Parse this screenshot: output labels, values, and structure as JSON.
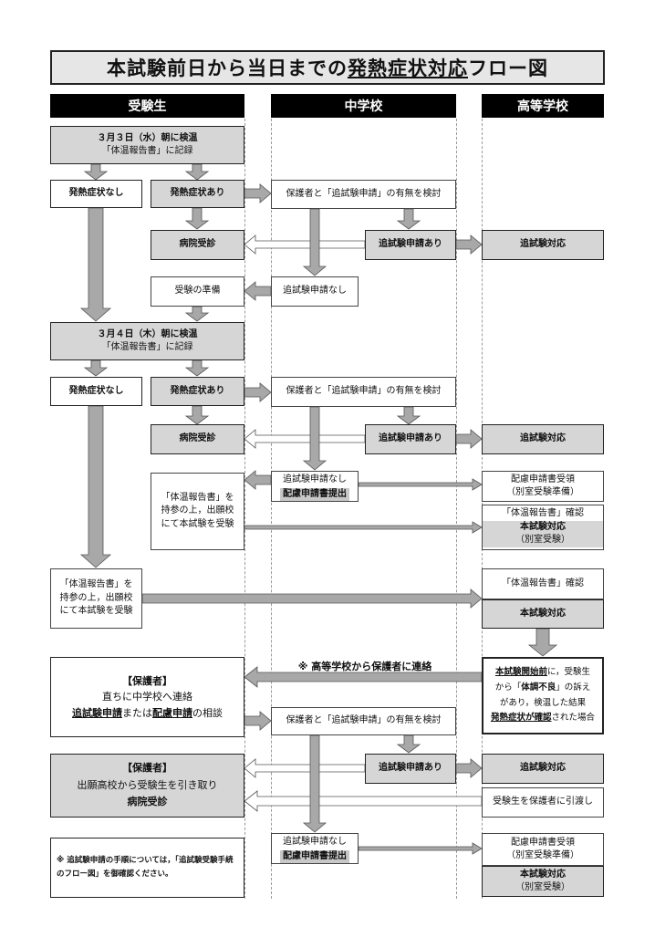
{
  "title": {
    "pre": "本試験前日から当日までの",
    "mid": "発熱症状対応",
    "post": "フロー図"
  },
  "columns": {
    "student": "受験生",
    "middle": "中学校",
    "high": "高等学校"
  },
  "day1": {
    "check_line1": "３月３日（水）朝に検温",
    "check_line2": "「体温報告書」に記録",
    "no_fever": "発熱症状なし",
    "fever": "発熱症状あり",
    "guardian_consider": "保護者と「追試験申請」の有無を検討",
    "hospital": "病院受診",
    "request_yes": "追試験申請あり",
    "retest": "追試験対応",
    "prepare": "受験の準備",
    "request_no": "追試験申請なし"
  },
  "day2": {
    "check_line1": "３月４日（木）朝に検温",
    "check_line2": "「体温報告書」に記録",
    "no_fever": "発熱症状なし",
    "fever": "発熱症状あり",
    "guardian_consider": "保護者と「追試験申請」の有無を検討",
    "hospital": "病院受診",
    "request_yes": "追試験申請あり",
    "retest": "追試験対応",
    "bring_report": "「体温報告書」を持参の上，出願校にて本試験を受験",
    "request_no": "追試験申請なし",
    "consideration_submit": "配慮申請書提出",
    "consideration_receive": "配慮申請書受領",
    "separate_prep": "（別室受験準備）",
    "report_check": "「体温報告書」確認",
    "main_exam_resp": "本試験対応",
    "separate_exam": "（別室受験）",
    "bring_report2": "「体温報告書」を持参の上，出願校にて本試験を受験",
    "report_check2": "「体温報告書」確認",
    "main_exam_resp2": "本試験対応"
  },
  "exam_day": {
    "contact_label": "※ 高等学校から保護者に連絡",
    "guardian_label": "【保護者】",
    "contact_middle": "直ちに中学校へ連絡",
    "consult_a": "追試験申請",
    "consult_mid": "または",
    "consult_b": "配慮申請",
    "consult_end": "の相談",
    "hs_pre": "本試験開始前",
    "hs_line1_end": "に，受験生",
    "hs_line2_pre": "から「",
    "hs_bad": "体調不良",
    "hs_line2_end": "」の訴え",
    "hs_line3": "があり，検温した結果",
    "hs_fever": "発熱症状が確認",
    "hs_line4_end": "された場合",
    "guardian_consider": "保護者と「追試験申請」の有無を検討",
    "guardian_label2": "【保護者】",
    "pickup": "出願高校から受験生を引き取り",
    "hospital": "病院受診",
    "request_yes": "追試験申請あり",
    "retest": "追試験対応",
    "handover": "受験生を保護者に引渡し",
    "request_no": "追試験申請なし",
    "consideration_submit": "配慮申請書提出",
    "consideration_receive": "配慮申請書受領",
    "separate_prep": "（別室受験準備）",
    "main_exam_resp": "本試験対応",
    "separate_exam": "（別室受験）"
  },
  "note": "※ 追試験申請の手順については，「追試験受験手続のフロー図」を御確認ください。",
  "colors": {
    "gray": "#d6d6d6",
    "arrow": "#a8a8a8",
    "header": "#000000"
  }
}
